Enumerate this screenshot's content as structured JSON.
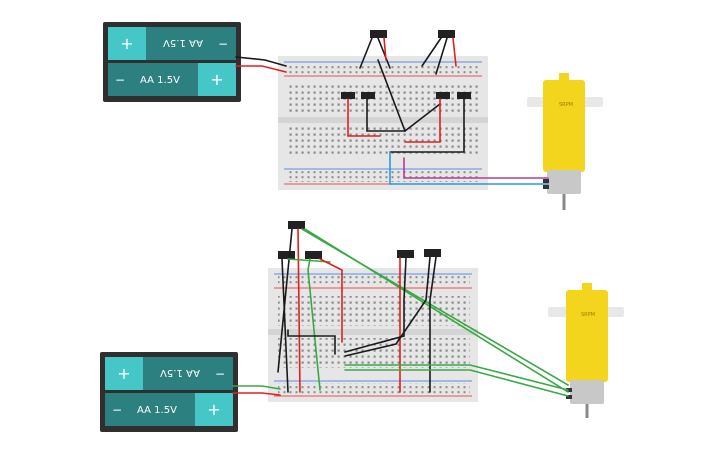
{
  "circuits": [
    {
      "battery": {
        "top_cell_label": "AA 1.5V",
        "bottom_cell_label": "AA 1.5V",
        "plus_symbol": "+",
        "minus_symbol": "−"
      },
      "motor_label": "SRPM"
    },
    {
      "battery": {
        "top_cell_label": "AA 1.5V",
        "bottom_cell_label": "AA 1.5V",
        "plus_symbol": "+",
        "minus_symbol": "−"
      },
      "motor_label": "SRPM"
    }
  ],
  "colors": {
    "battery_case": "#2f2f2f",
    "battery_cell": "#2c8080",
    "battery_terminal": "#46c7c7",
    "breadboard": "#e6e6e6",
    "wire_red": "#e02020",
    "wire_black": "#1a1a1a",
    "wire_green": "#3aa845",
    "wire_blue": "#2a9ad8",
    "wire_purple": "#b04090",
    "motor_yellow": "#f2d51c",
    "motor_gearbox": "#c8c8c8"
  }
}
